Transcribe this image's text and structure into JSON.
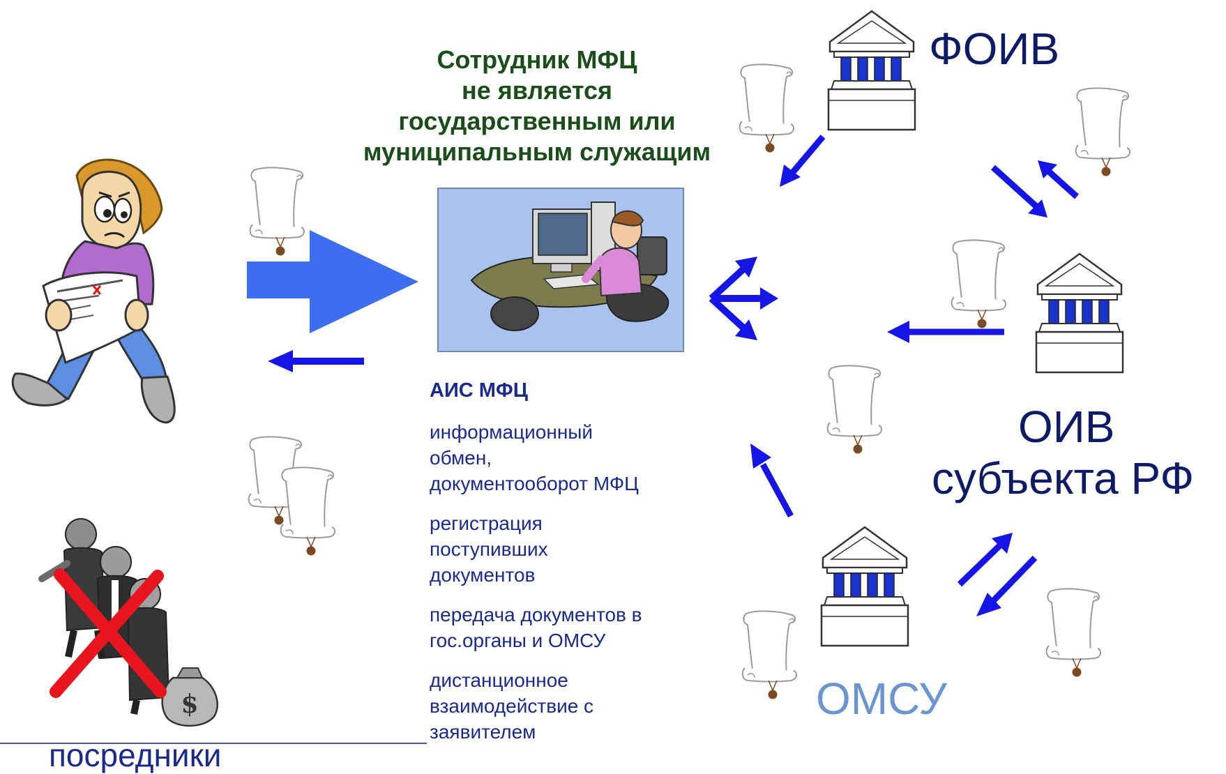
{
  "header": {
    "lines": [
      "Сотрудник МФЦ",
      "не является",
      "государственным или",
      "муниципальным служащим"
    ]
  },
  "orgs": {
    "foiv": "ФОИВ",
    "oiv_line1": "ОИВ",
    "oiv_line2": "субъекта РФ",
    "omsu": "ОМСУ"
  },
  "ais": {
    "title": "АИС МФЦ",
    "items": [
      "информационный\nобмен,\nдокументооборот МФЦ",
      "регистрация\nпоступивших\nдокументов",
      "передача документов в\nгос.органы и ОМСУ",
      "дистанционное\nвзаимодействие с\nзаявителем"
    ]
  },
  "intermediaries": {
    "label": "посредники"
  },
  "colors": {
    "big_arrow": "#3d6ef0",
    "arrow": "#1515e6",
    "header_text": "#1a4d1a",
    "org_text": "#0d1a66",
    "omsu_text": "#6a95cf",
    "ais_text": "#1a2a8c",
    "mfc_box_fill": "#a9c3ee",
    "cross": "#e8141e"
  },
  "icons": {
    "applicant": "confused-man-with-form-icon",
    "operator": "mfc-operator-at-computer-icon",
    "building": "government-building-icon",
    "document": "scroll-with-seal-icon",
    "crowd": "businessmen-with-money-bag-icon"
  }
}
